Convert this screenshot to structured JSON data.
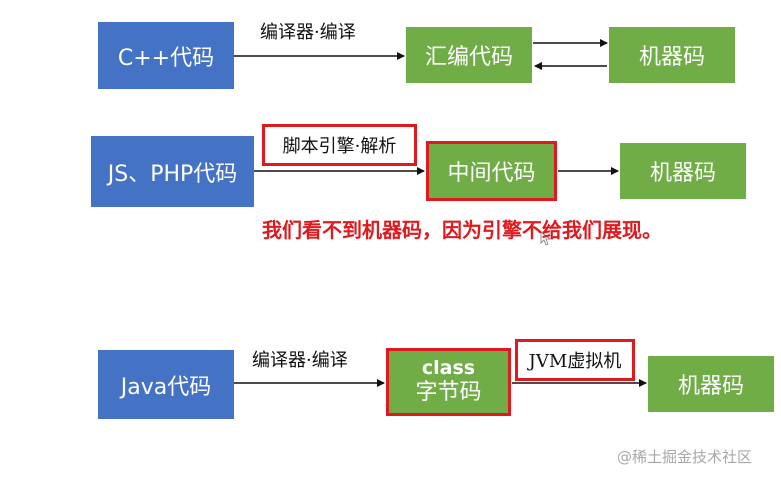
{
  "row1": {
    "source": "C++代码",
    "step": "编译器·编译",
    "middle": "汇编代码",
    "target": "机器码"
  },
  "row2": {
    "source": "JS、PHP代码",
    "step": "脚本引擎·解析",
    "middle": "中间代码",
    "target": "机器码",
    "note": "我们看不到机器码，因为引擎不给我们展现。"
  },
  "row3": {
    "source": "Java代码",
    "step": "编译器·编译",
    "middle_line1": "class",
    "middle_line2": "字节码",
    "step2": "JVM虚拟机",
    "target": "机器码"
  },
  "watermark": "@稀土掘金技术社区",
  "colors": {
    "source_box": "#4472c4",
    "target_box": "#70ad47",
    "highlight": "#e0191e"
  }
}
